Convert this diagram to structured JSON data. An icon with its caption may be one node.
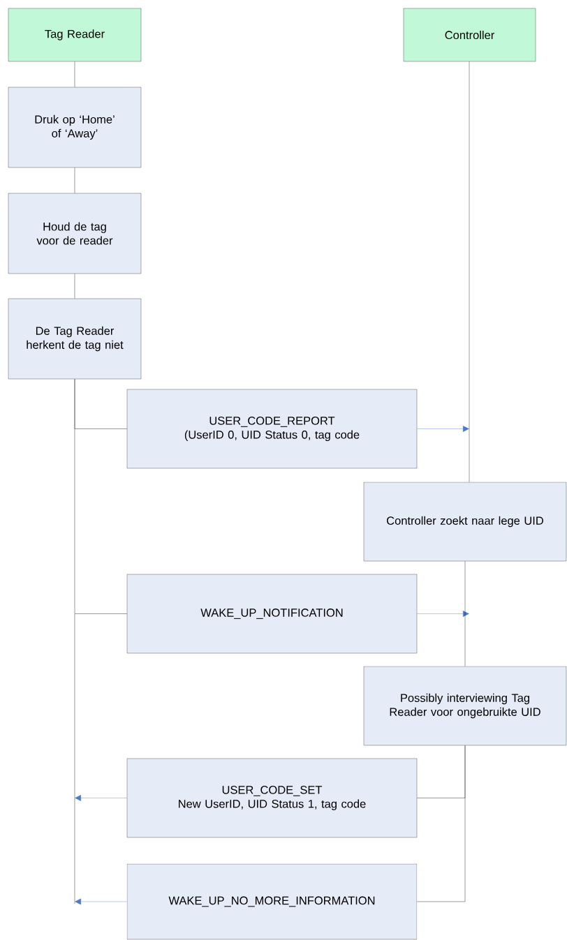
{
  "diagram": {
    "nodes": [
      {
        "text": [
          "Tag Reader"
        ]
      },
      {
        "text": [
          "Controller"
        ]
      },
      {
        "text": [
          "Druk op ‘Home’ of ‘Away’"
        ]
      },
      {
        "text": [
          "Houd de tag voor de reader"
        ]
      },
      {
        "text": [
          "De Tag Reader herkent de tag niet"
        ]
      },
      {
        "text": [
          "USER_CODE_REPORT",
          "(UserID 0, UID Status 0, tag code"
        ]
      },
      {
        "text": [
          "Controller zoekt naar lege UID"
        ]
      },
      {
        "text": [
          "WAKE_UP_NOTIFICATION"
        ]
      },
      {
        "text": [
          "Possibly interviewing Tag Reader voor ongebruikte UID"
        ]
      },
      {
        "text": [
          "USER_CODE_SET",
          "New UserID, UID Status 1, tag code"
        ]
      },
      {
        "text": [
          "WAKE_UP_NO_MORE_INFORMATION"
        ]
      }
    ],
    "edges": [
      {
        "from": 0,
        "to": 2,
        "arrow": "none"
      },
      {
        "from": 2,
        "to": 3,
        "arrow": "none"
      },
      {
        "from": 3,
        "to": 4,
        "arrow": "none"
      },
      {
        "from": 4,
        "to": 5,
        "arrow": "none"
      },
      {
        "from": 5,
        "to": null,
        "arrow": "to",
        "color": "#4a7bc8"
      },
      {
        "from": 1,
        "to": 6,
        "arrow": "none"
      },
      {
        "from": 4,
        "to": 7,
        "arrow": "none"
      },
      {
        "from": 7,
        "to": null,
        "arrow": "to",
        "color": "#4a7bc8"
      },
      {
        "from": 6,
        "to": 8,
        "arrow": "none"
      },
      {
        "from": 8,
        "to": 9,
        "arrow": "none"
      },
      {
        "from": 9,
        "to": null,
        "arrow": "to",
        "color": "#4a7bc8"
      },
      {
        "from": 8,
        "to": 10,
        "arrow": "none"
      },
      {
        "from": 10,
        "to": null,
        "arrow": "to",
        "color": "#4a7bc8"
      }
    ]
  }
}
